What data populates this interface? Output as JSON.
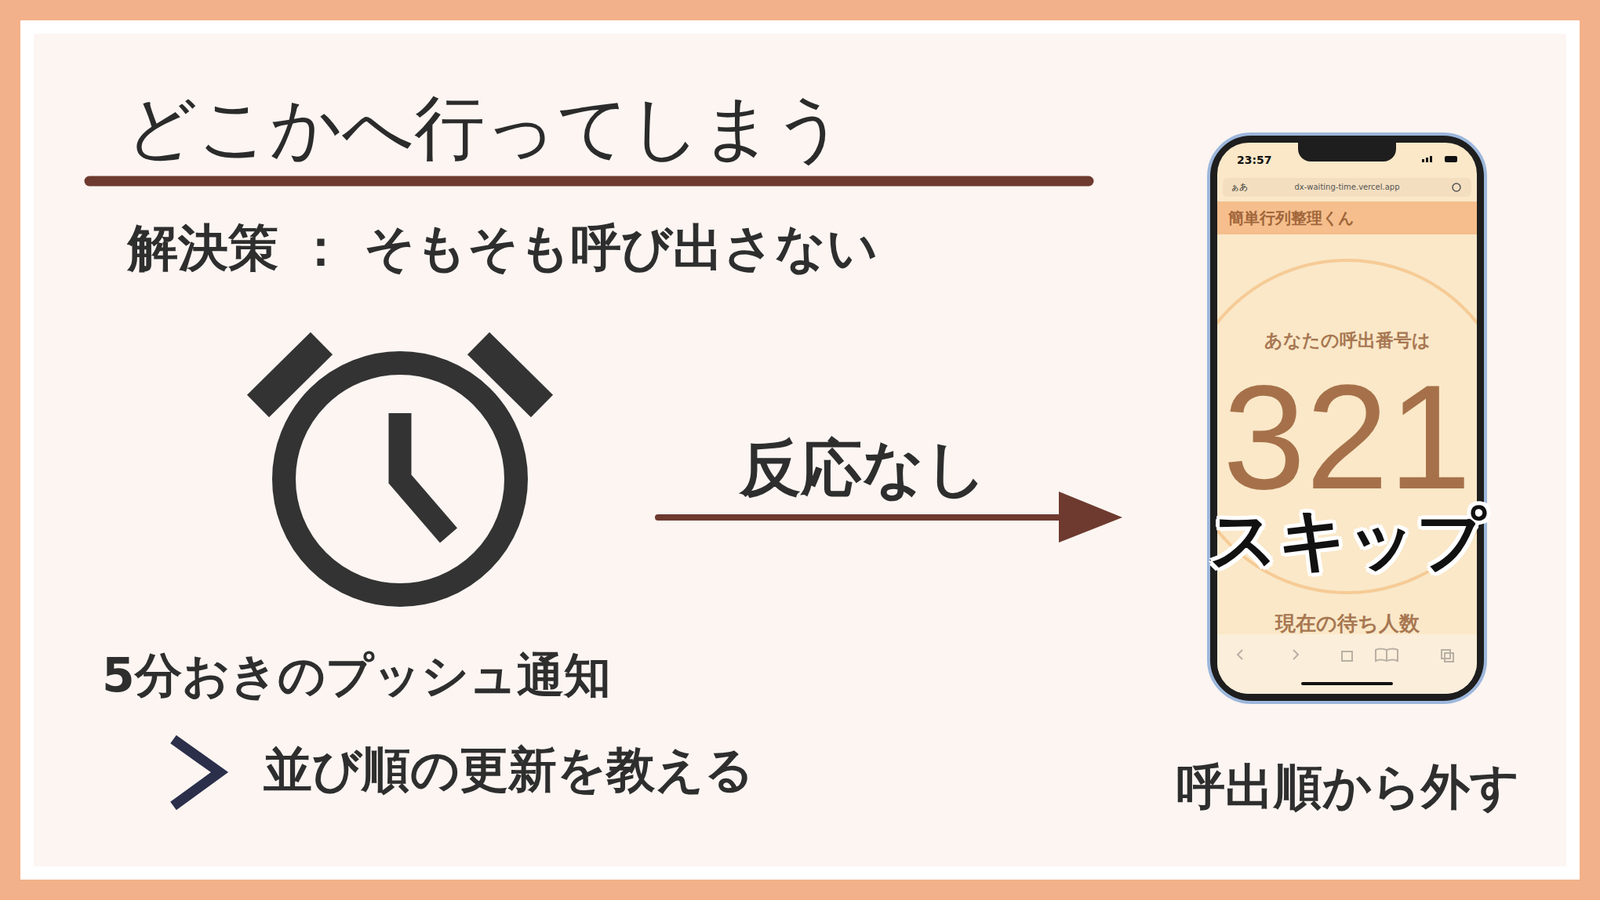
{
  "diagram": {
    "title": "どこかへ行ってしまう",
    "nodes": [
      {
        "text": [
          "23:57",
          "ぁあ",
          "dx-waiting-time.vercel.app",
          "あなたの呼出番号は",
          "321",
          "スキップ",
          "現在の待ち人数"
        ]
      },
      {
        "text": [
          "簡単行列整理くん"
        ],
        "in": 0
      }
    ],
    "labels": [
      "解決策 ： そもそも呼び出さない",
      "反応なし",
      "5分おきのプッシュ通知",
      "並び順の更新を教える",
      "呼出順から外す"
    ]
  }
}
